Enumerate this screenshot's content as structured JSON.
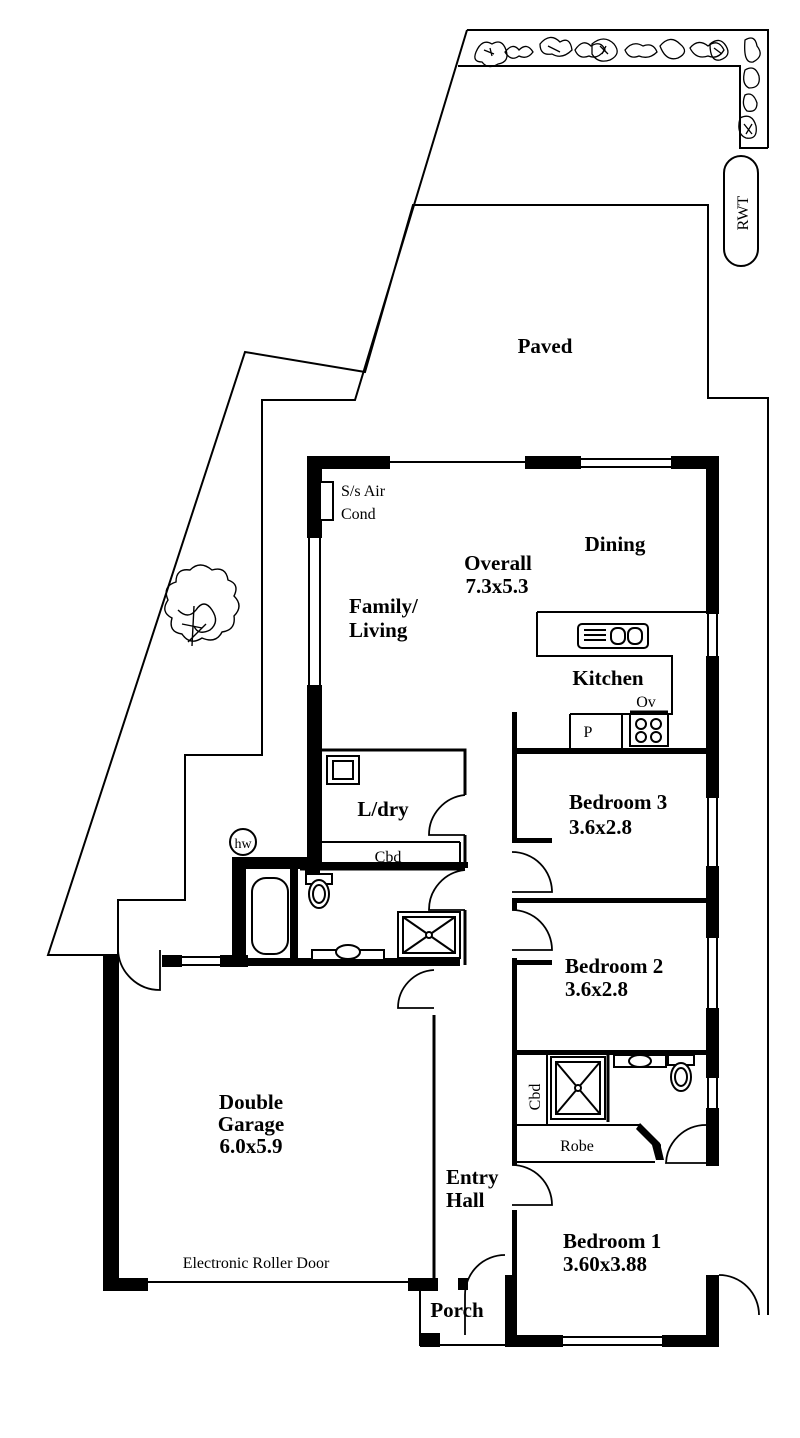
{
  "plan": {
    "labels": {
      "paved": "Paved",
      "rwt": "RWT",
      "sair": "S/s Air",
      "cond": "Cond",
      "dining": "Dining",
      "overall": "Overall",
      "overall_dim": "7.3x5.3",
      "family": "Family/",
      "living": "Living",
      "kitchen": "Kitchen",
      "ov": "Ov",
      "p": "P",
      "ldry": "L/dry",
      "cbd_ldry": "Cbd",
      "hw": "hw",
      "bed3": "Bedroom 3",
      "bed3_dim": "3.6x2.8",
      "bed2": "Bedroom 2",
      "bed2_dim": "3.6x2.8",
      "cbd_ens": "Cbd",
      "robe": "Robe",
      "garage1": "Double",
      "garage2": "Garage",
      "garage_dim": "6.0x5.9",
      "entry1": "Entry",
      "entry2": "Hall",
      "bed1": "Bedroom 1",
      "bed1_dim": "3.60x3.88",
      "roller": "Electronic Roller Door",
      "porch": "Porch"
    }
  }
}
